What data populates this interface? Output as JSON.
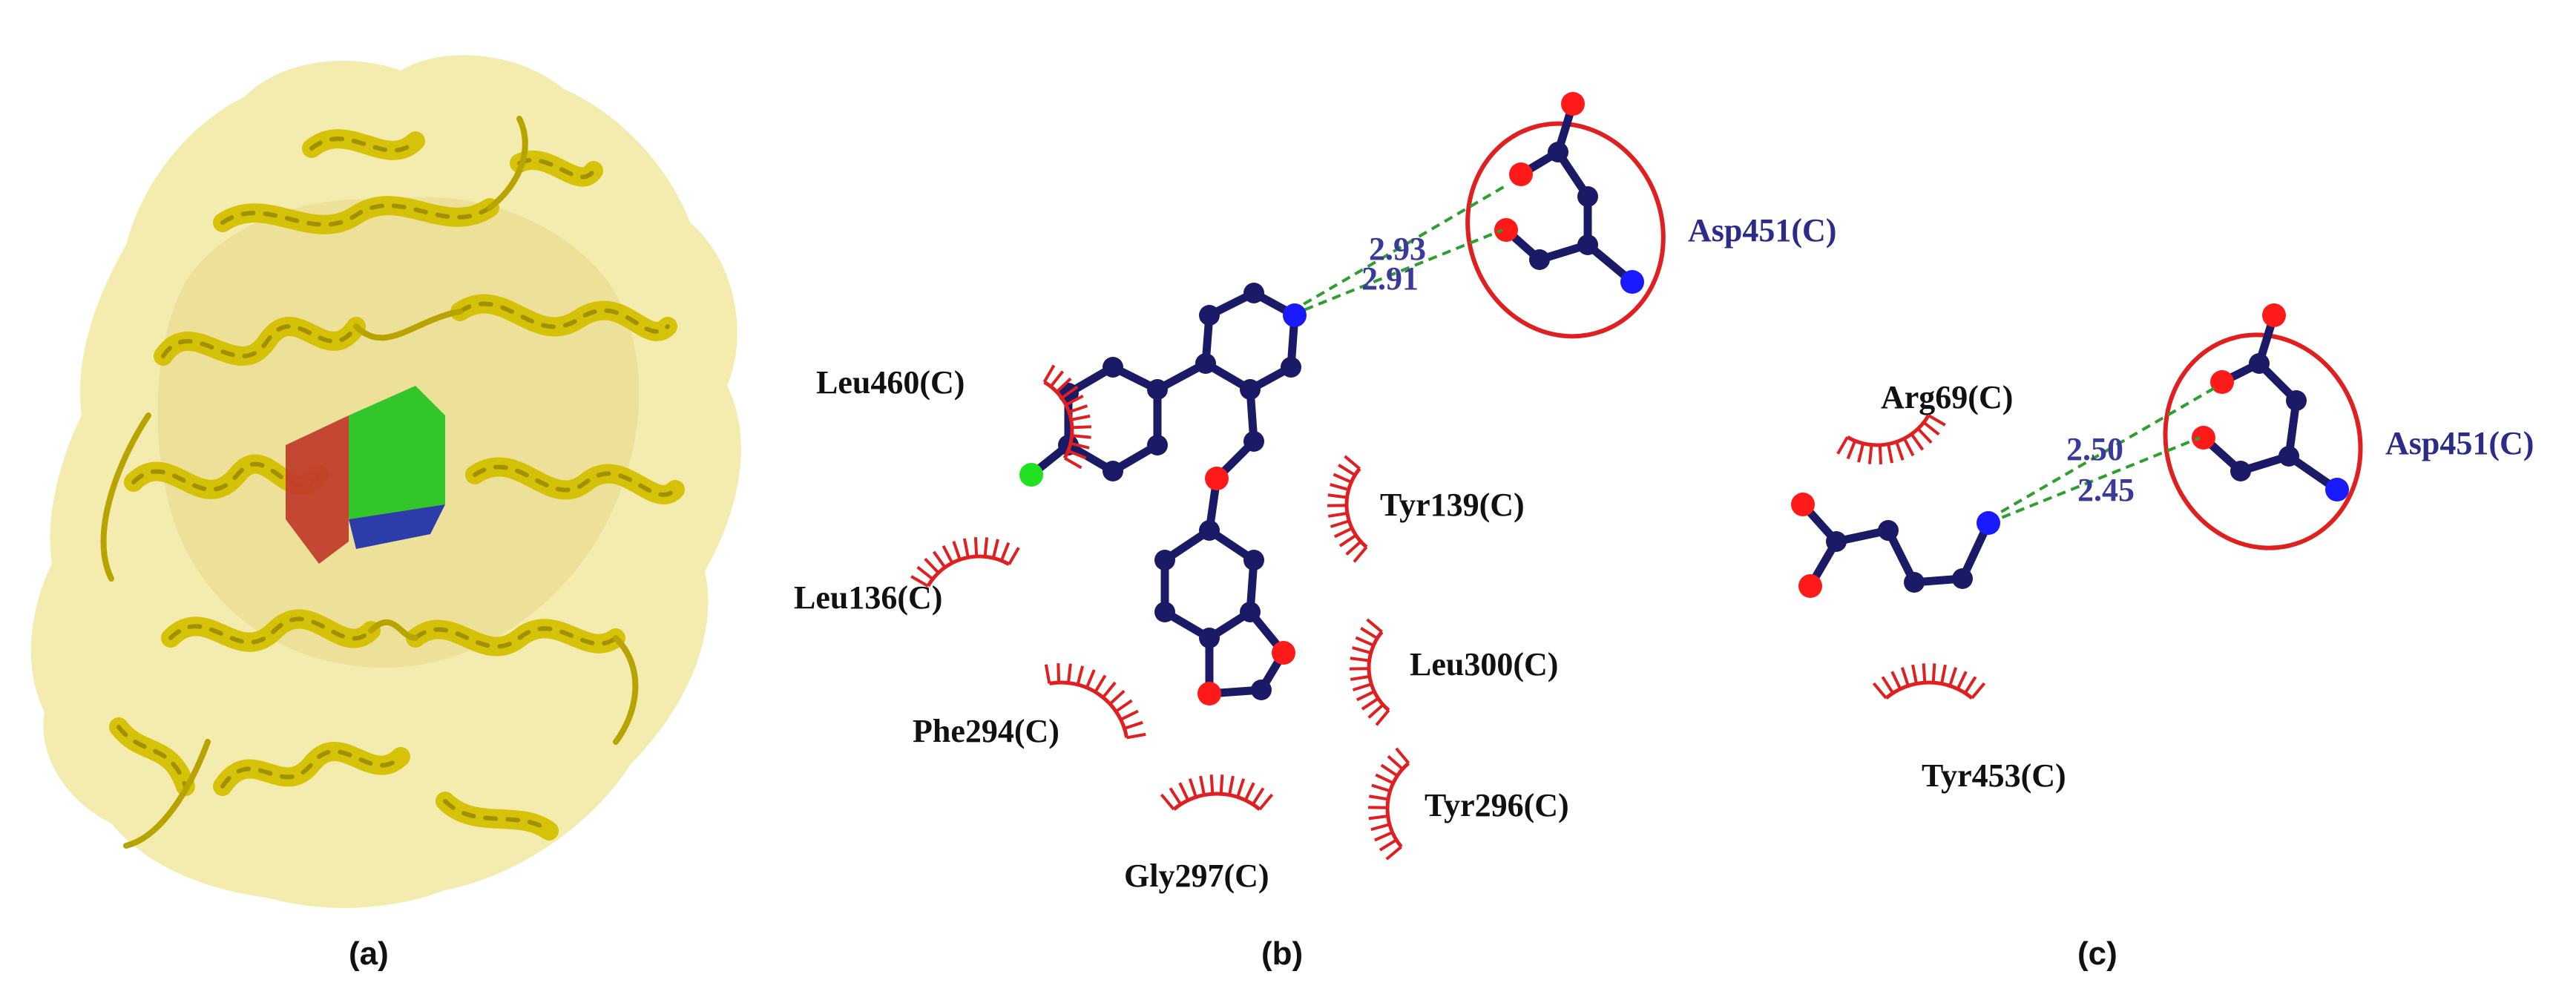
{
  "panel_labels": {
    "a": "(a)",
    "b": "(b)",
    "c": "(c)"
  },
  "panel_b": {
    "residues": [
      "Leu460(C)",
      "Leu136(C)",
      "Phe294(C)",
      "Gly297(C)",
      "Tyr139(C)",
      "Leu300(C)",
      "Tyr296(C)"
    ],
    "hbond_residue": "Asp451(C)",
    "distances": [
      "2.93",
      "2.91"
    ]
  },
  "panel_c": {
    "residues": [
      "Arg69(C)",
      "Tyr453(C)"
    ],
    "hbond_residue": "Asp451(C)",
    "distances": [
      "2.50",
      "2.45"
    ]
  },
  "colors": {
    "bond": "#1a1a66",
    "carbon": "#1a1a66",
    "oxygen": "#ff1a1a",
    "nitrogen": "#1a1aff",
    "chlorine": "#22e022",
    "hydrophobic": "#e02020",
    "hbond": "#2e9e2e",
    "ring": "#e02020",
    "helix": "#d4c000",
    "surface": "#f2e7a0"
  }
}
